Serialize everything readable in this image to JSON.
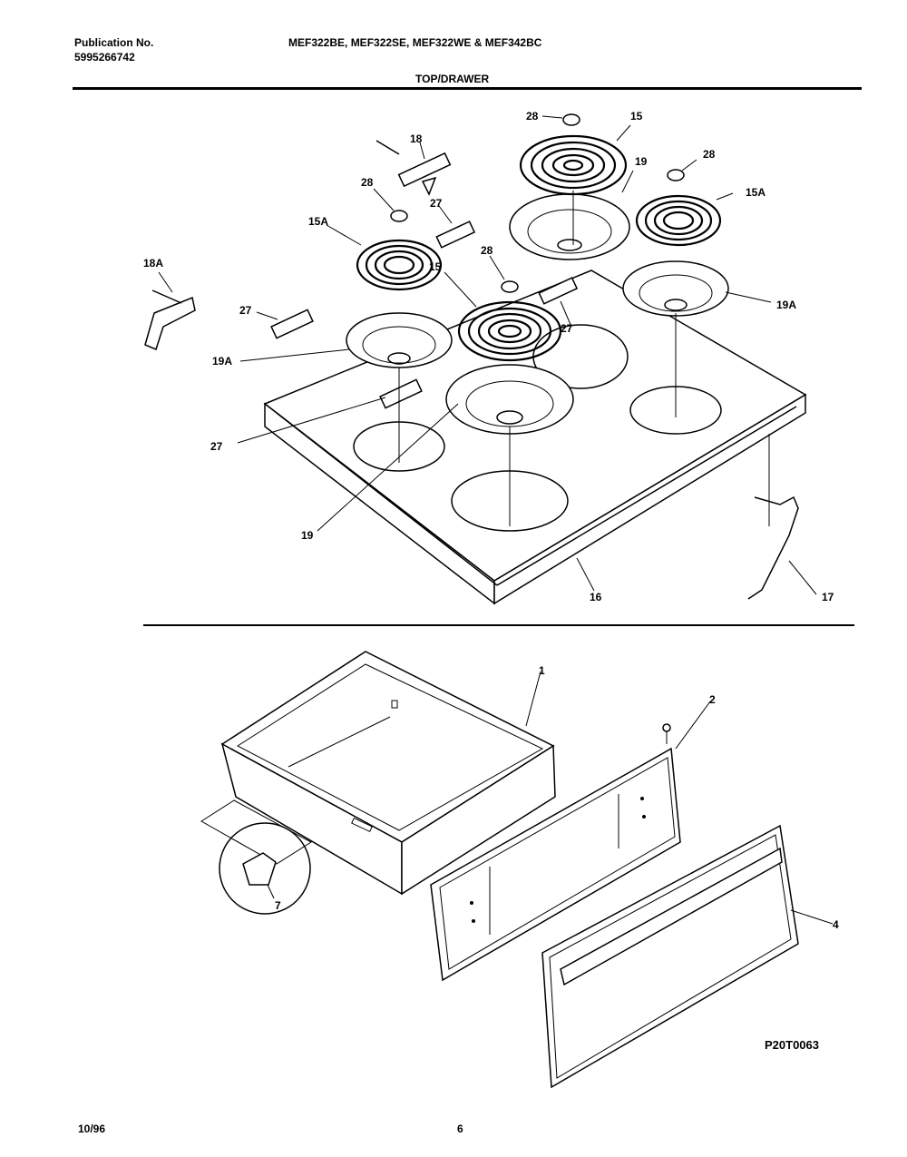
{
  "header": {
    "publication_label": "Publication No.",
    "publication_number": "5995266742",
    "models": "MEF322BE, MEF322SE, MEF322WE & MEF342BC",
    "section_title": "TOP/DRAWER"
  },
  "callouts": {
    "c28a": "28",
    "c15a": "15",
    "c18a": "18",
    "c19a": "19",
    "c28b": "28",
    "c28c": "28",
    "c27a": "27",
    "c15Aa": "15A",
    "c15Ab": "15A",
    "c28d": "28",
    "c15b": "15",
    "c18A": "18A",
    "c27b": "27",
    "c19Aa": "19A",
    "c27c": "27",
    "c19Ab": "19A",
    "c27d": "27",
    "c19b": "19",
    "c16": "16",
    "c17": "17",
    "c1": "1",
    "c2": "2",
    "c7": "7",
    "c4": "4"
  },
  "footer": {
    "diagram_code": "P20T0063",
    "date": "10/96",
    "page": "6"
  }
}
